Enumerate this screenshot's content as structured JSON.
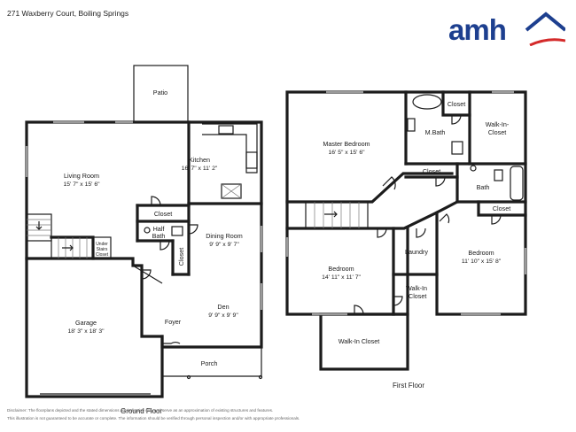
{
  "header": {
    "address": "271 Waxberry Court, Boiling Springs",
    "brand": "amh",
    "brand_colors": {
      "text": "#1d3f8f",
      "house": "#1d3f8f",
      "swoosh": "#d42a2a"
    }
  },
  "floors": {
    "ground": {
      "label": "Ground Floor",
      "rooms": {
        "patio": {
          "name": "Patio"
        },
        "kitchen": {
          "name": "Kitchen",
          "dims": "16' 7\" x 11' 2\""
        },
        "living_room": {
          "name": "Living Room",
          "dims": "15' 7\" x 15' 6\""
        },
        "closet": {
          "name": "Closet"
        },
        "half_bath": {
          "name": "Half Bath"
        },
        "closet_vertical": {
          "name": "Closet"
        },
        "under_stairs": {
          "name": "Under Stairs Closet",
          "line1": "Under",
          "line2": "Stairs",
          "line3": "Closet"
        },
        "dining_room": {
          "name": "Dining Room",
          "dims": "9' 9\" x 9' 7\""
        },
        "garage": {
          "name": "Garage",
          "dims": "18' 3\" x 18' 3\""
        },
        "foyer": {
          "name": "Foyer"
        },
        "den": {
          "name": "Den",
          "dims": "9' 9\" x 9' 9\""
        },
        "porch": {
          "name": "Porch"
        }
      }
    },
    "first": {
      "label": "First Floor",
      "rooms": {
        "master_bedroom": {
          "name": "Master Bedroom",
          "dims": "16' 5\" x 15' 6\""
        },
        "mbath": {
          "name": "M.Bath"
        },
        "closet_top": {
          "name": "Closet"
        },
        "walkin_top_l1": "Walk-In-",
        "walkin_top_l2": "Closet",
        "closet_mid": {
          "name": "Closet"
        },
        "bath": {
          "name": "Bath"
        },
        "closet_right": {
          "name": "Closet"
        },
        "bedroom_left": {
          "name": "Bedroom",
          "dims": "14' 11\" x 11' 7\""
        },
        "laundry": {
          "name": "Laundry"
        },
        "walkin_mid_l1": "Walk-In",
        "walkin_mid_l2": "-Closet",
        "bedroom_right": {
          "name": "Bedroom",
          "dims": "11' 10\" x 15' 8\""
        },
        "walkin_bottom": {
          "name": "Walk-In Closet"
        }
      }
    }
  },
  "footer": {
    "line1": "Disclaimer: The floorplans depicted and the stated dimensions are indicative only and serve as an approximation of existing structures and features.",
    "line2": "This illustration is not guaranteed to be accurate or complete. The information should be verified through personal inspection and/or with appropriate professionals."
  }
}
